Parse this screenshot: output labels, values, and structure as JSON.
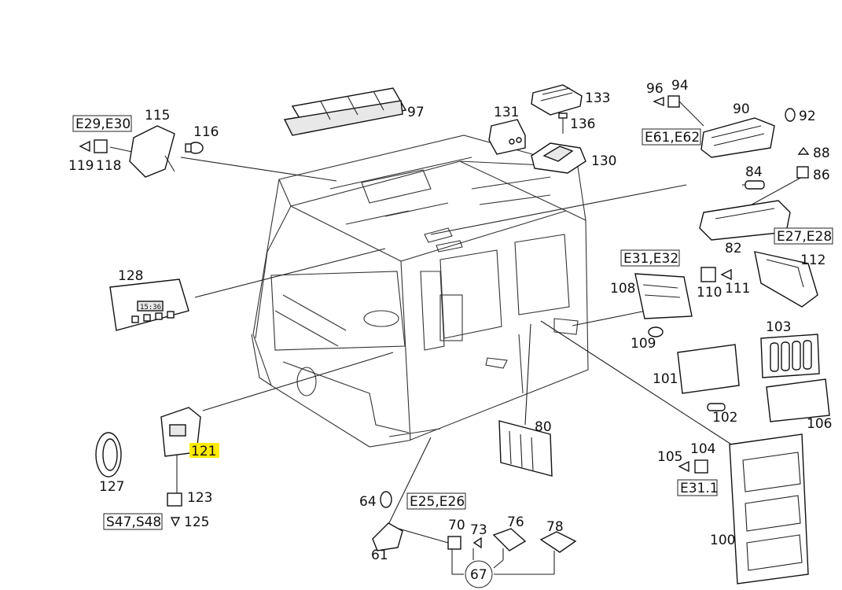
{
  "callouts": {
    "c121": "121",
    "c115": "115",
    "c116": "116",
    "c118": "118",
    "c119": "119",
    "c97": "97",
    "c131": "131",
    "c133": "133",
    "c136": "136",
    "c130": "130",
    "c96": "96",
    "c94": "94",
    "c90": "90",
    "c92": "92",
    "c88": "88",
    "c86": "86",
    "c84": "84",
    "c82": "82",
    "c112": "112",
    "c128": "128",
    "c108": "108",
    "c110": "110",
    "c111": "111",
    "c109": "109",
    "c103": "103",
    "c101": "101",
    "c102": "102",
    "c106": "106",
    "c80": "80",
    "c127": "127",
    "c123": "123",
    "c125": "125",
    "c64": "64",
    "c70": "70",
    "c73": "73",
    "c76": "76",
    "c78": "78",
    "c61": "61",
    "c67": "67",
    "c105": "105",
    "c104": "104",
    "c100": "100"
  },
  "refs": {
    "r_e29_e30": "E29,E30",
    "r_e61_e62": "E61,E62",
    "r_e27_e28": "E27,E28",
    "r_e31_e32": "E31,E32",
    "r_e25_e26": "E25,E26",
    "r_s47_s48": "S47,S48",
    "r_e31_1": "E31.1"
  },
  "clock_display": "15:36",
  "highlight_color": "#ffeb00"
}
